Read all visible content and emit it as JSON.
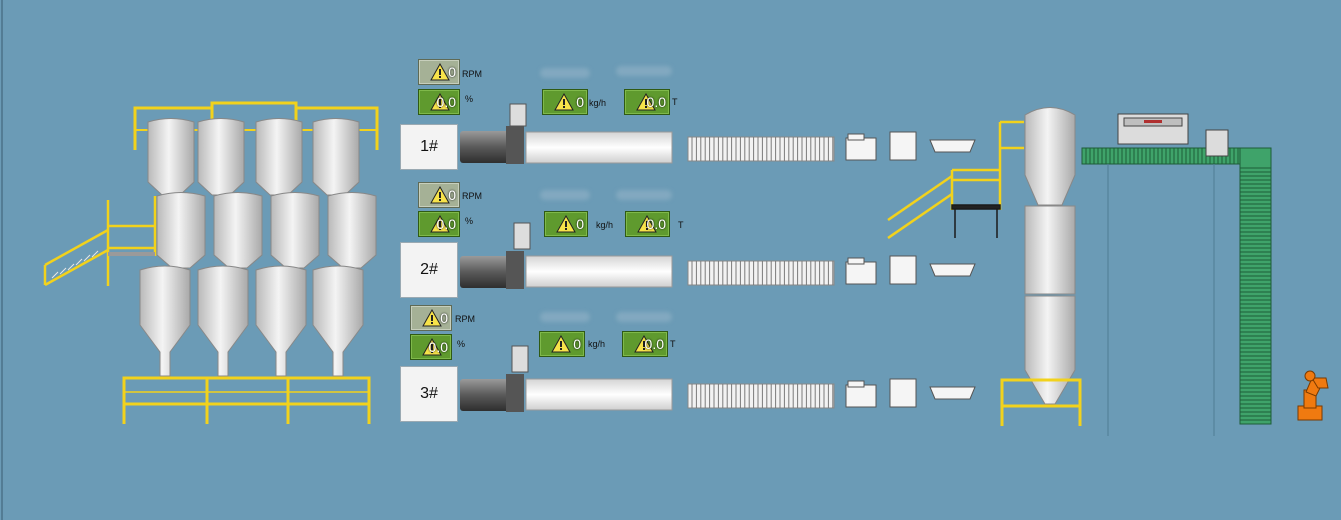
{
  "lines": [
    {
      "label": "1#",
      "rpm": "0",
      "rpm_unit": "RPM",
      "pct": "0.0",
      "pct_unit": "%",
      "flow": "0",
      "flow_unit": "kg/h",
      "ton": "0.0",
      "ton_unit": "T"
    },
    {
      "label": "2#",
      "rpm": "0",
      "rpm_unit": "RPM",
      "pct": "0.0",
      "pct_unit": "%",
      "flow": "0",
      "flow_unit": "kg/h",
      "ton": "0.0",
      "ton_unit": "T"
    },
    {
      "label": "3#",
      "rpm": "0",
      "rpm_unit": "RPM",
      "pct": "0.0",
      "pct_unit": "%",
      "flow": "0",
      "flow_unit": "kg/h",
      "ton": "0.0",
      "ton_unit": "T"
    }
  ],
  "colors": {
    "background": "#6b9bb6",
    "indicator_green": "#5f9a2e",
    "indicator_gray": "#a5b196",
    "rail_yellow": "#f2d21c",
    "conveyor_green": "#3fa36a",
    "robot_orange": "#f07a10"
  },
  "icons": {
    "warning": "warning-triangle-icon",
    "robot": "industrial-robot-icon",
    "silo": "silo-icon",
    "motor": "motor-icon"
  }
}
